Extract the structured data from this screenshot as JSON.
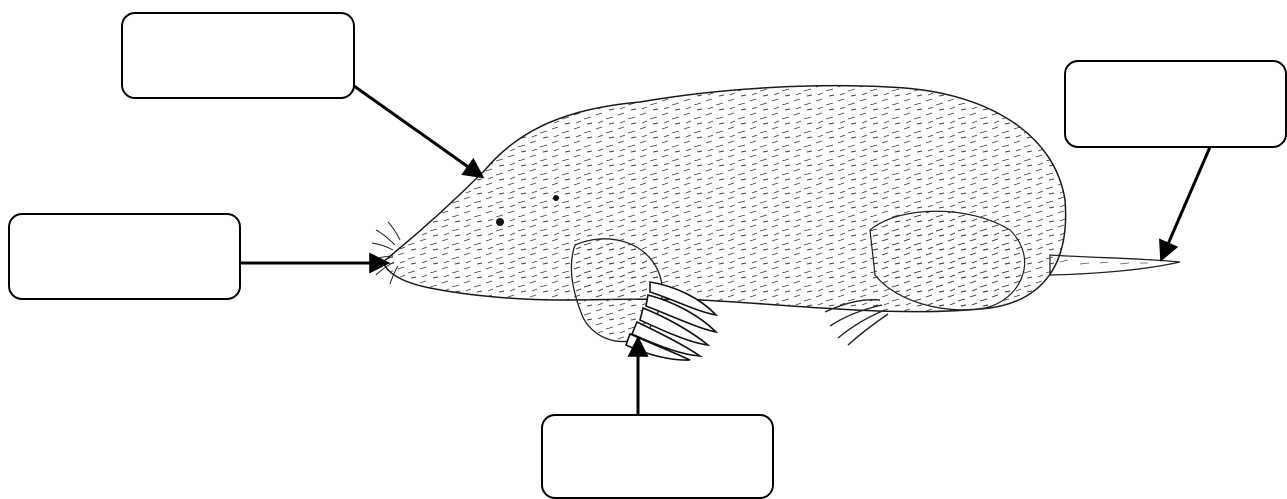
{
  "diagram": {
    "subject": "mole",
    "labels": [
      {
        "id": "fur",
        "text": ""
      },
      {
        "id": "tail",
        "text": ""
      },
      {
        "id": "nose",
        "text": ""
      },
      {
        "id": "claw",
        "text": ""
      }
    ],
    "colors": {
      "ink": "#000000",
      "background": "#ffffff"
    }
  }
}
